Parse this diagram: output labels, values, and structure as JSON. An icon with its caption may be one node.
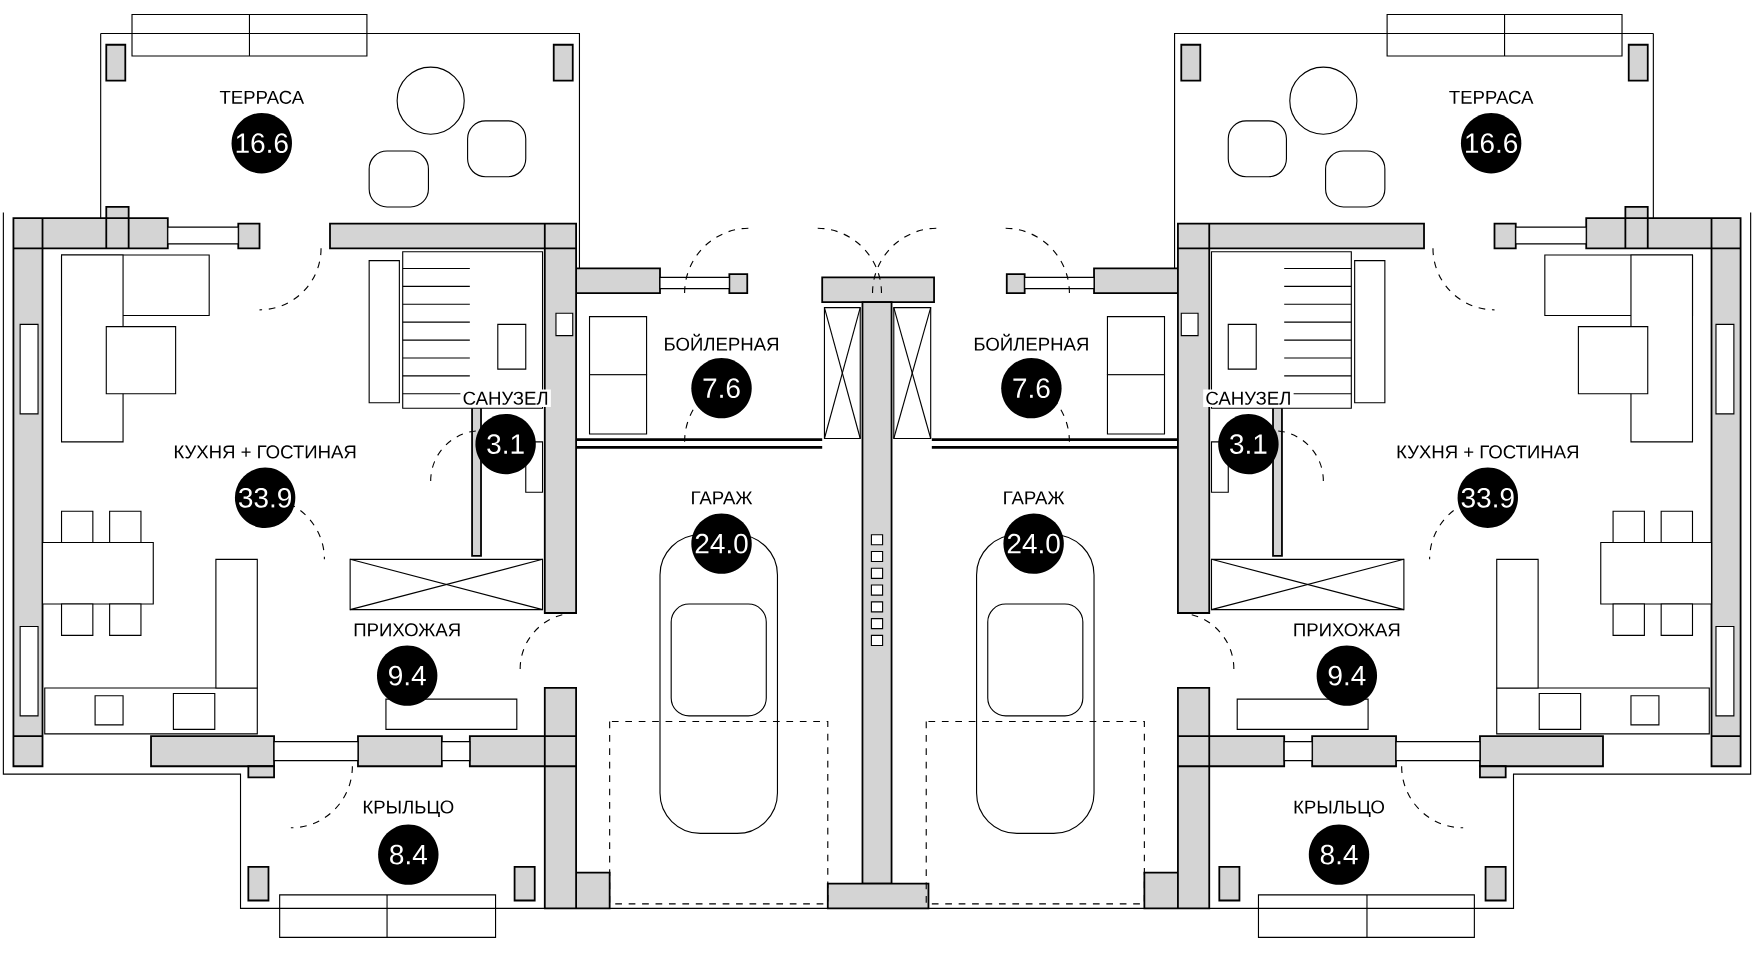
{
  "diagram": {
    "nodes": [
      {
        "text": [
          "ТЕРРАСА",
          "16.6"
        ]
      },
      {
        "text": [
          "ТЕРРАСА",
          "16.6"
        ]
      },
      {
        "text": [
          "БОЙЛЕРНАЯ",
          "7.6"
        ]
      },
      {
        "text": [
          "БОЙЛЕРНАЯ",
          "7.6"
        ]
      },
      {
        "text": [
          "САНУЗЕЛ",
          "3.1"
        ]
      },
      {
        "text": [
          "САНУЗЕЛ",
          "3.1"
        ]
      },
      {
        "text": [
          "КУХНЯ + ГОСТИНАЯ",
          "33.9"
        ]
      },
      {
        "text": [
          "КУХНЯ + ГОСТИНАЯ",
          "33.9"
        ]
      },
      {
        "text": [
          "ГАРАЖ",
          "24.0"
        ]
      },
      {
        "text": [
          "ГАРАЖ",
          "24.0"
        ]
      },
      {
        "text": [
          "ПРИХОЖАЯ",
          "9.4"
        ]
      },
      {
        "text": [
          "ПРИХОЖАЯ",
          "9.4"
        ]
      },
      {
        "text": [
          "КРЫЛЬЦО",
          "8.4"
        ]
      },
      {
        "text": [
          "КРЫЛЬЦО",
          "8.4"
        ]
      }
    ]
  }
}
